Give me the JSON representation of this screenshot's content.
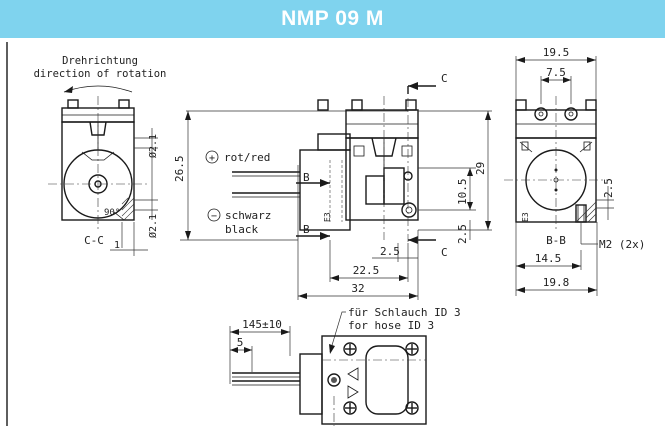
{
  "header": {
    "title": "NMP 09 M",
    "color": "#7fd3ee"
  },
  "view_cc": {
    "rotation_de": "Drehrichtung",
    "rotation_en": "direction of rotation",
    "section_label": "C-C",
    "dim_d_top": "Ø2.1",
    "dim_d_bottom": "Ø2.1",
    "dim_angle": "90°",
    "dim_1": "1"
  },
  "view_side": {
    "dim_26_5": "26.5",
    "dim_29": "29",
    "dim_10_5": "10.5",
    "dim_2_5_v": "2.5",
    "dim_2_5_h": "2.5",
    "dim_22_5": "22.5",
    "dim_32": "32",
    "plus_sign": "+",
    "wire_red": "rot/red",
    "minus_sign": "−",
    "wire_black_de": "schwarz",
    "wire_black_en": "black",
    "cut_b_top": "B",
    "cut_b_bottom": "B",
    "cut_c_top": "C",
    "cut_c_bottom": "C",
    "surface_mark": "E3"
  },
  "view_bb": {
    "dim_19_5": "19.5",
    "dim_7_5": "7.5",
    "dim_2_5": "2.5",
    "dim_14_5": "14.5",
    "dim_19_8": "19.8",
    "section_label": "B-B",
    "thread_label": "M2 (2x)",
    "surface_mark": "E3"
  },
  "view_top": {
    "hose_de": "für Schlauch ID 3",
    "hose_en": "for hose ID 3",
    "dim_145": "145±10",
    "dim_5": "5"
  }
}
